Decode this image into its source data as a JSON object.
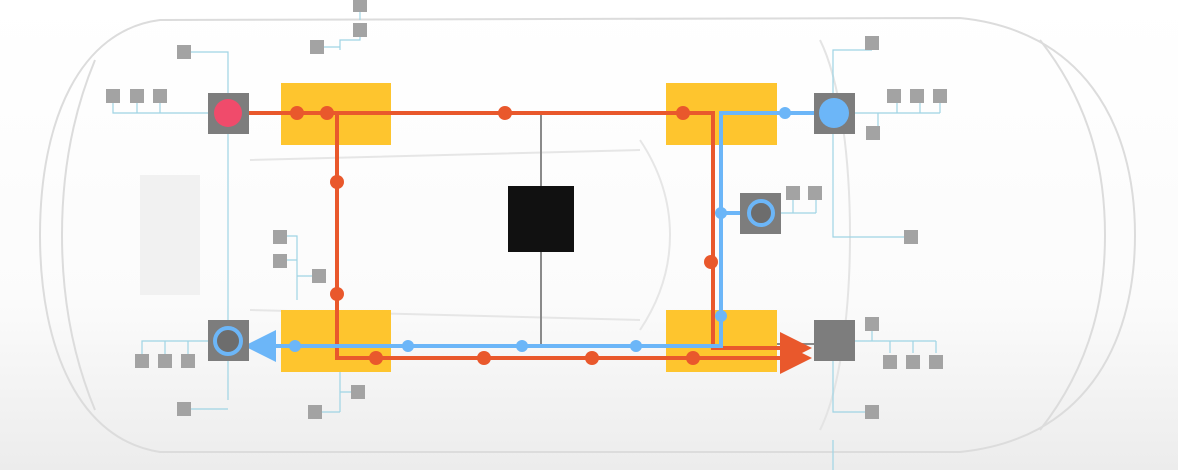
{
  "colors": {
    "zone": "#fec52e",
    "central": "#111111",
    "node": "#7d7d7d",
    "sensor": "#a3a3a3",
    "power_line": "#e9582c",
    "data_line": "#6cb6f8",
    "sensor_link": "#9fd4e4",
    "alert_node": "#f04b6b",
    "car_outline": "#dcdcdc"
  },
  "diagram": {
    "zones": [
      "front-left",
      "front-right",
      "rear-left",
      "rear-right"
    ],
    "controllers": [
      "front-left-controller",
      "front-right-controller",
      "mid-right-controller",
      "rear-left-controller",
      "rear-right-controller"
    ]
  }
}
